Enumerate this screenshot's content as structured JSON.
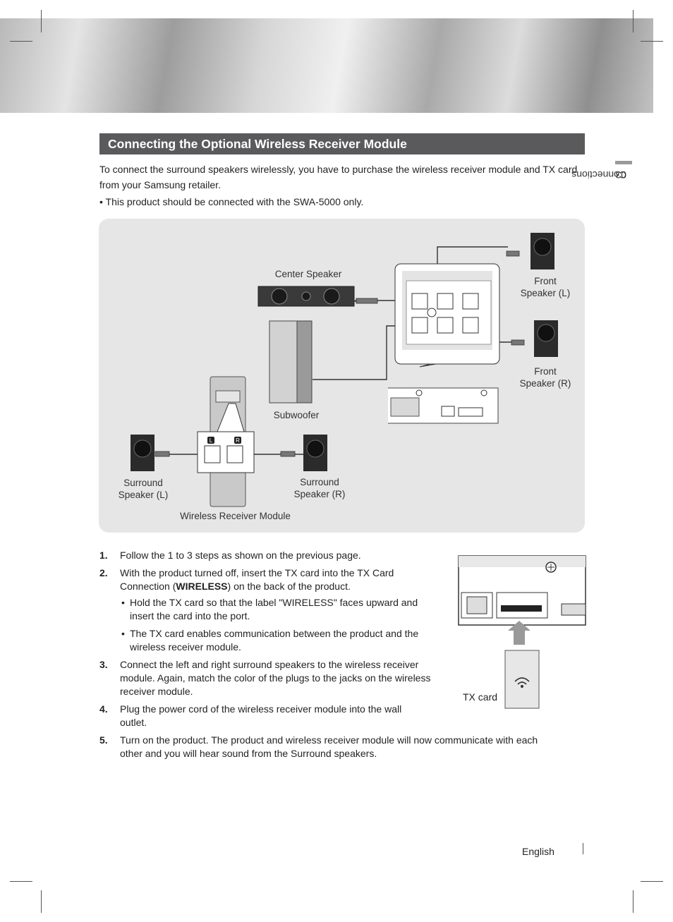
{
  "section_title": "Connecting the Optional Wireless Receiver Module",
  "intro_text": "To connect the surround speakers wirelessly, you have to purchase the wireless receiver module and TX card from your Samsung retailer.",
  "intro_bullet": "•  This product should be connected with the SWA-5000 only.",
  "side_tab": {
    "number": "03",
    "label": "Connections"
  },
  "diagram": {
    "center_speaker": "Center Speaker",
    "front_left_line1": "Front",
    "front_left_line2": "Speaker (L)",
    "front_right_line1": "Front",
    "front_right_line2": "Speaker (R)",
    "subwoofer": "Subwoofer",
    "surround_left_line1": "Surround",
    "surround_left_line2": "Speaker (L)",
    "surround_right_line1": "Surround",
    "surround_right_line2": "Speaker (R)",
    "wireless_module": "Wireless Receiver Module",
    "jack_l": "L",
    "jack_r": "R"
  },
  "steps": [
    {
      "num": "1.",
      "text": "Follow the 1 to 3 steps as shown on the previous page."
    },
    {
      "num": "2.",
      "text_before": "With the product turned off, insert the TX card into the TX Card Connection (",
      "text_bold": "WIRELESS",
      "text_after": ") on the back of the product.",
      "bullets": [
        "Hold the TX card so that the label \"WIRELESS\" faces upward and insert the card into the port.",
        "The TX card enables communication between the product and the wireless receiver module."
      ]
    },
    {
      "num": "3.",
      "text": "Connect the left and right surround speakers to the wireless receiver module. Again, match the color of the plugs to the jacks on the wireless receiver module."
    },
    {
      "num": "4.",
      "text": "Plug the power cord of the wireless receiver module into the wall outlet."
    },
    {
      "num": "5.",
      "text": "Turn on the product. The product and wireless receiver module will now communicate with each other and you will hear sound from the Surround speakers."
    }
  ],
  "tx_card_label": "TX card",
  "footer_language": "English"
}
